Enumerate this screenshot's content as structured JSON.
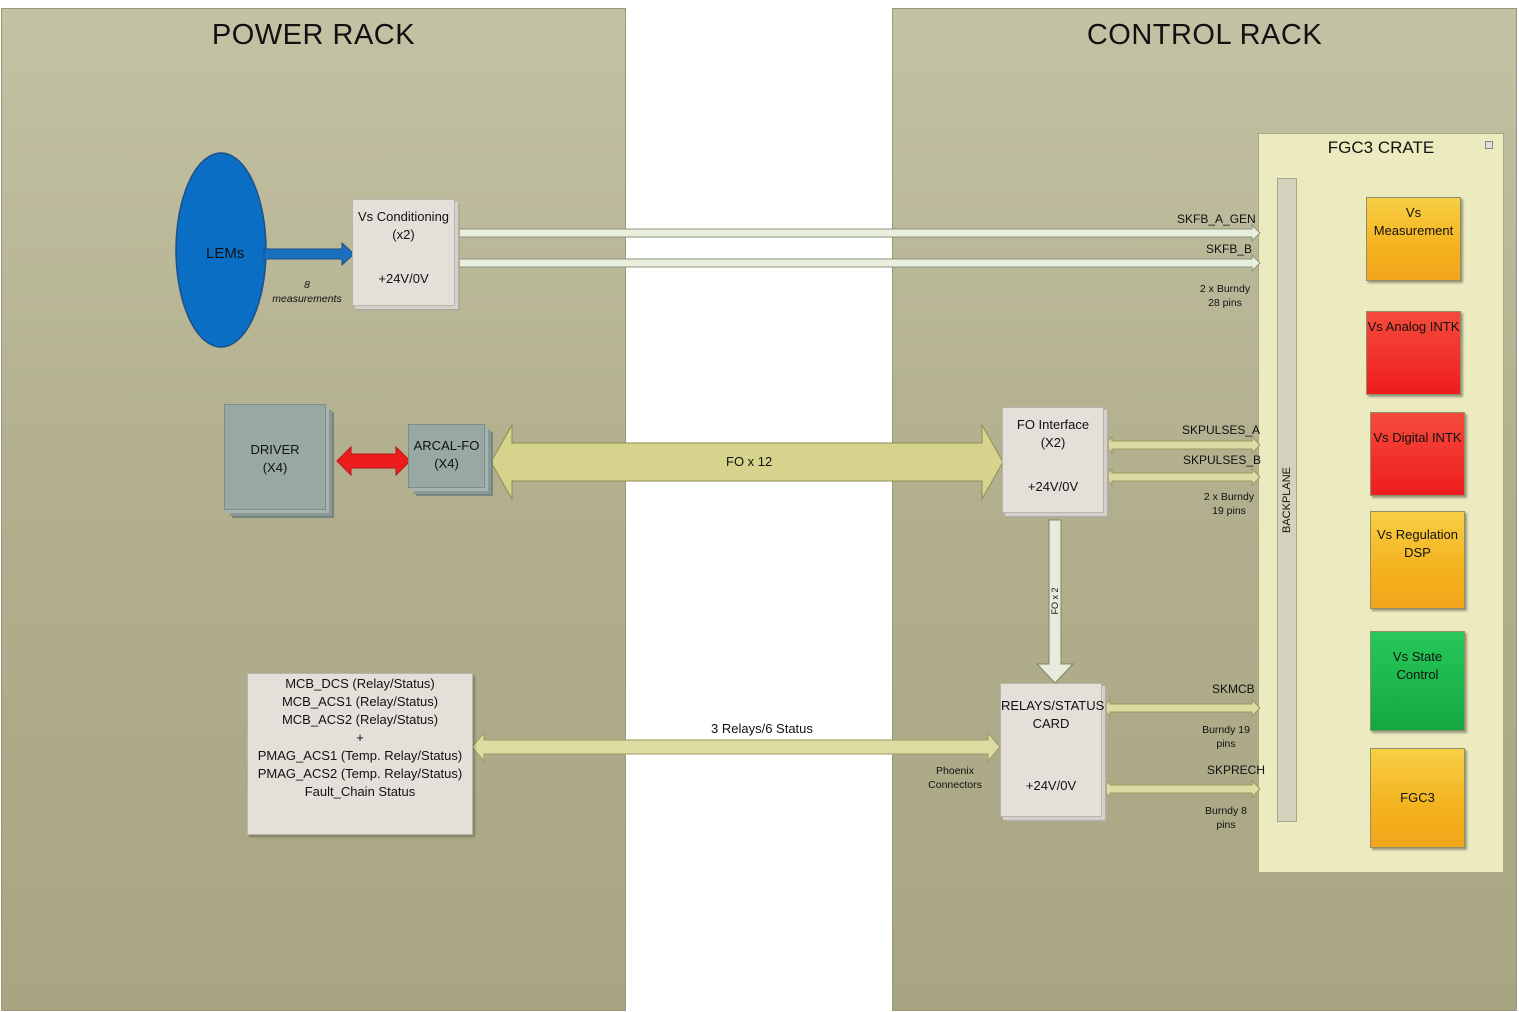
{
  "racks": {
    "power": {
      "title": "POWER RACK"
    },
    "control": {
      "title": "CONTROL RACK"
    }
  },
  "lems": {
    "label": "LEMs",
    "arrow_label_line1": "8",
    "arrow_label_line2": "measurements"
  },
  "vs_conditioning": {
    "line1": "Vs Conditioning",
    "line2": "(x2)",
    "supply": "+24V/0V"
  },
  "driver": {
    "line1": "DRIVER",
    "line2": "(X4)"
  },
  "arcal_fo": {
    "line1": "ARCAL-FO",
    "line2": "(X4)"
  },
  "fo_link": {
    "label": "FO x 12"
  },
  "fo_interface": {
    "line1": "FO Interface",
    "line2": "(X2)",
    "supply": "+24V/0V"
  },
  "fo_x2": {
    "label": "FO x 2"
  },
  "relays_card": {
    "line1": "RELAYS/STATUS",
    "line2": "CARD",
    "supply": "+24V/0V"
  },
  "status_box": {
    "lines": [
      "MCB_DCS (Relay/Status)",
      "MCB_ACS1 (Relay/Status)",
      "MCB_ACS2 (Relay/Status)",
      "+",
      "PMAG_ACS1 (Temp. Relay/Status)",
      "PMAG_ACS2 (Temp. Relay/Status)",
      "Fault_Chain Status"
    ]
  },
  "relays_link": {
    "label": "3 Relays/6 Status"
  },
  "phoenix": {
    "line1": "Phoenix",
    "line2": "Connectors"
  },
  "signals": {
    "skfb_a": "SKFB_A_GEN",
    "skfb_b": "SKFB_B",
    "burndy28_line1": "2 x Burndy",
    "burndy28_line2": "28 pins",
    "skpulses_a": "SKPULSES_A",
    "skpulses_b": "SKPULSES_B",
    "burndy19_line1": "2 x Burndy",
    "burndy19_line2": "19 pins",
    "skmcb": "SKMCB",
    "skmcb_burndy_line1": "Burndy 19",
    "skmcb_burndy_line2": "pins",
    "skprech": "SKPRECH",
    "skprech_burndy_line1": "Burndy 8",
    "skprech_burndy_line2": "pins"
  },
  "crate": {
    "title": "FGC3 CRATE",
    "backplane": "BACKPLANE",
    "cards": [
      {
        "line1": "Vs",
        "line2": "Measurement",
        "color": "yellow"
      },
      {
        "line1": "Vs Analog INTK",
        "line2": "",
        "color": "red"
      },
      {
        "line1": "Vs Digital INTK",
        "line2": "",
        "color": "red"
      },
      {
        "line1": "Vs Regulation",
        "line2": "DSP",
        "color": "yellow"
      },
      {
        "line1": "Vs State",
        "line2": "Control",
        "color": "green"
      },
      {
        "line1": "FGC3",
        "line2": "",
        "color": "yellow"
      }
    ]
  }
}
